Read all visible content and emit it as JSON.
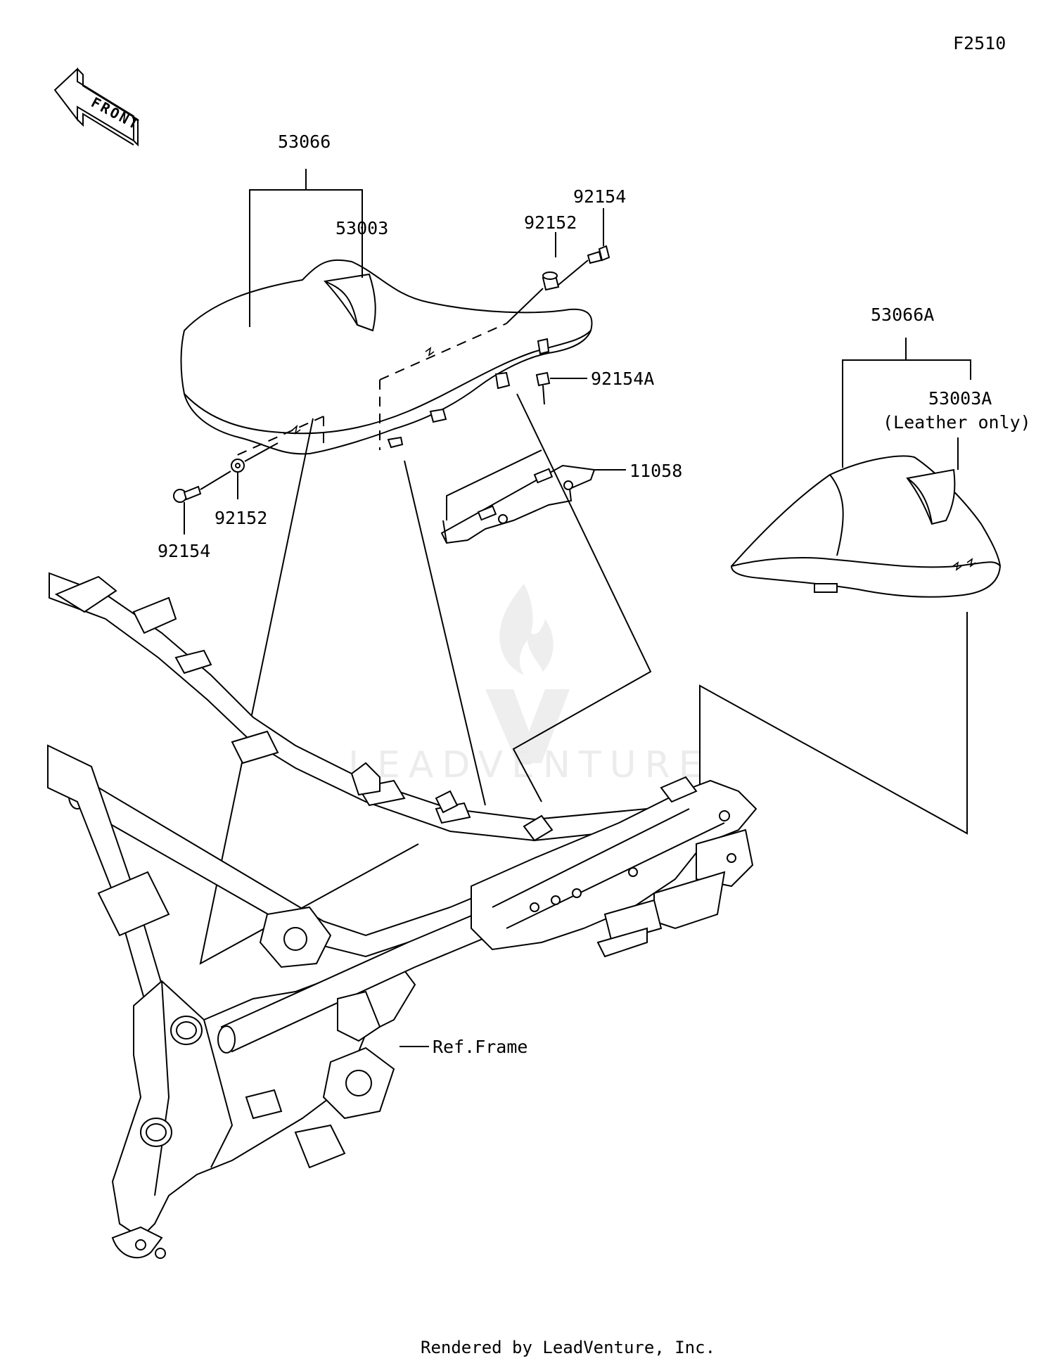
{
  "diagram_code": "F2510",
  "front_label": "FRONT",
  "callouts": {
    "seat_assy": "53066",
    "seat_cover": "53003",
    "bolt_top": "92154",
    "collar_top": "92152",
    "bolt_frame": "92154A",
    "bracket": "11058",
    "collar_left": "92152",
    "bolt_left": "92154",
    "pillion_assy": "53066A",
    "pillion_cover": "53003A",
    "pillion_cover_note": "(Leather only)",
    "frame_ref": "Ref.Frame"
  },
  "watermark": "LEADVENTURE",
  "footer": "Rendered by LeadVenture, Inc."
}
